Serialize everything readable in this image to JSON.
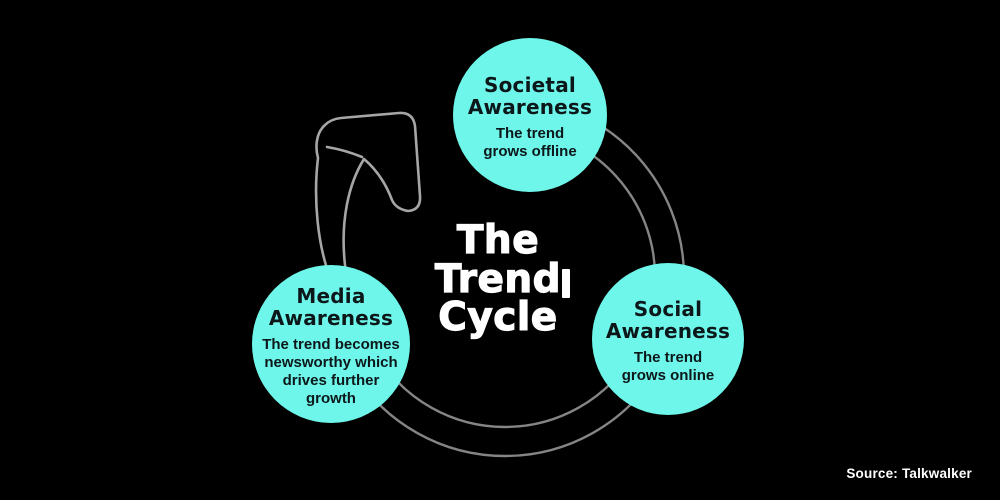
{
  "title": {
    "line1": "The",
    "line2": "Trend",
    "line3": "Cycle"
  },
  "cycle": {
    "nodes": [
      {
        "id": "societal-awareness",
        "title_lines": [
          "Societal",
          "Awareness"
        ],
        "desc_lines": [
          "The trend",
          "grows offline"
        ]
      },
      {
        "id": "media-awareness",
        "title_lines": [
          "Media",
          "Awareness"
        ],
        "desc_lines": [
          "The trend becomes",
          "newsworthy which",
          "drives further",
          "growth"
        ]
      },
      {
        "id": "social-awareness",
        "title_lines": [
          "Social",
          "Awareness"
        ],
        "desc_lines": [
          "The trend",
          "grows online"
        ]
      }
    ]
  },
  "source": {
    "label": "Source: Talkwalker"
  },
  "colors": {
    "background": "#000000",
    "circle_fill": "#6ef6ea",
    "ring_stroke": "#858585",
    "arrow_stroke": "#a6a6a6",
    "text_dark": "#0c171a",
    "title_color": "#ffffff"
  }
}
